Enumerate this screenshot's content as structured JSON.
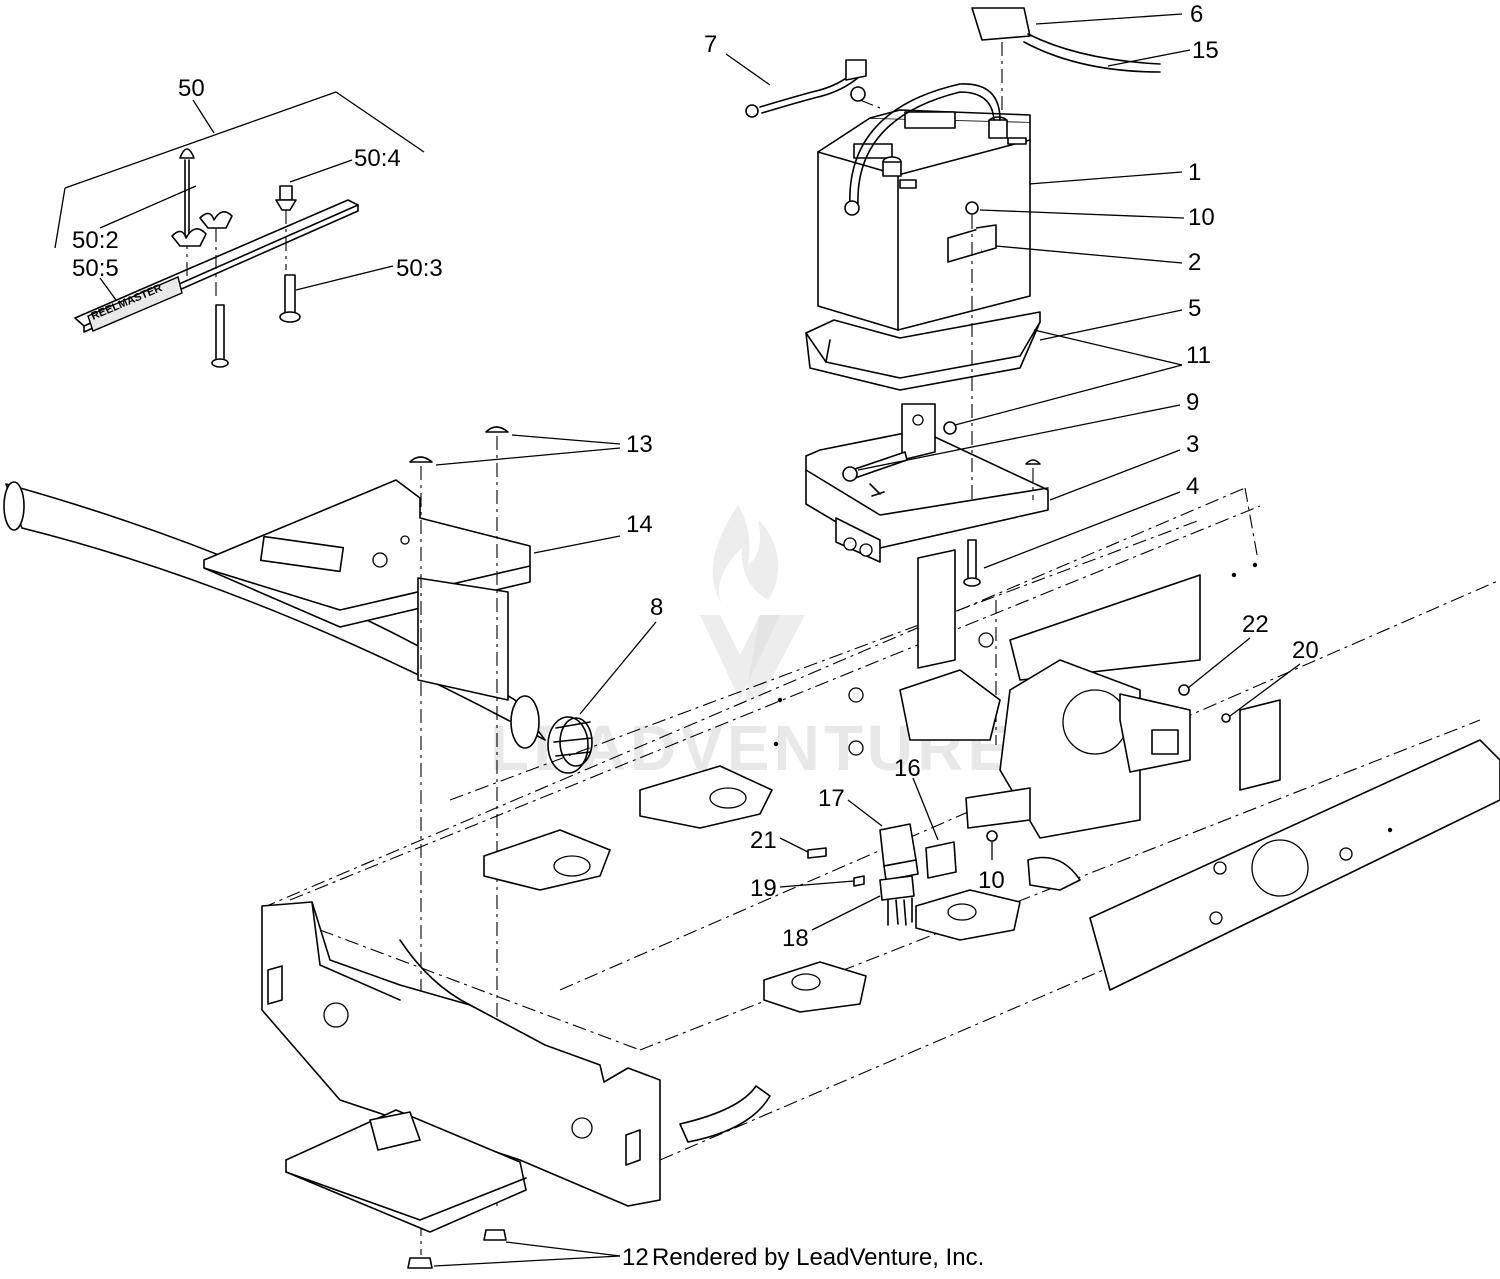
{
  "callouts": [
    {
      "id": "c1",
      "label": "1"
    },
    {
      "id": "c2",
      "label": "2"
    },
    {
      "id": "c3",
      "label": "3"
    },
    {
      "id": "c4",
      "label": "4"
    },
    {
      "id": "c5",
      "label": "5"
    },
    {
      "id": "c6",
      "label": "6"
    },
    {
      "id": "c7",
      "label": "7"
    },
    {
      "id": "c8",
      "label": "8"
    },
    {
      "id": "c9",
      "label": "9"
    },
    {
      "id": "c10a",
      "label": "10"
    },
    {
      "id": "c10b",
      "label": "10"
    },
    {
      "id": "c11",
      "label": "11"
    },
    {
      "id": "c12",
      "label": "12"
    },
    {
      "id": "c13",
      "label": "13"
    },
    {
      "id": "c14",
      "label": "14"
    },
    {
      "id": "c15",
      "label": "15"
    },
    {
      "id": "c16",
      "label": "16"
    },
    {
      "id": "c17",
      "label": "17"
    },
    {
      "id": "c18",
      "label": "18"
    },
    {
      "id": "c19",
      "label": "19"
    },
    {
      "id": "c20",
      "label": "20"
    },
    {
      "id": "c21",
      "label": "21"
    },
    {
      "id": "c22",
      "label": "22"
    },
    {
      "id": "c50",
      "label": "50"
    },
    {
      "id": "c50_2",
      "label": "50:2"
    },
    {
      "id": "c50_3",
      "label": "50:3"
    },
    {
      "id": "c50_4",
      "label": "50:4"
    },
    {
      "id": "c50_5",
      "label": "50:5"
    }
  ],
  "decal_text": "REELMASTER",
  "footer": {
    "credit": "Rendered by LeadVenture, Inc."
  },
  "watermark": {
    "text": "LEADVENTURE"
  }
}
